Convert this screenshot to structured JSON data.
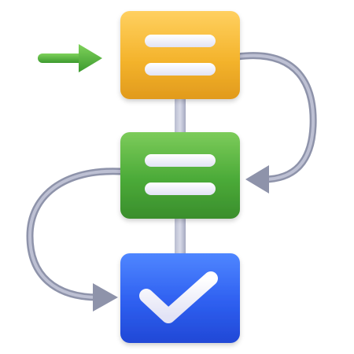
{
  "flowchart": {
    "steps": [
      {
        "kind": "text-lines",
        "color": "#F2B32C",
        "lines": 2
      },
      {
        "kind": "text-lines",
        "color": "#46A63B",
        "lines": 2
      },
      {
        "kind": "check",
        "color": "#2F5FE6"
      }
    ],
    "connector_color": "#9AA0B5",
    "entry_arrow_color": "#46A63B",
    "icon": "checkmark-icon"
  }
}
